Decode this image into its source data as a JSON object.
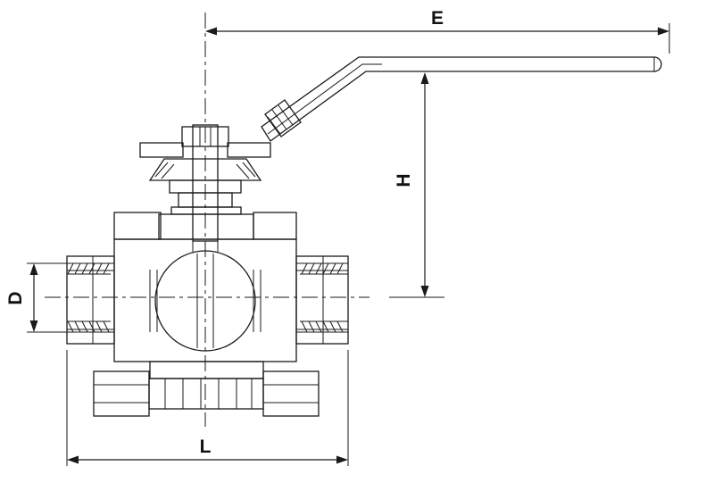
{
  "diagram": {
    "dimensions": {
      "e": "E",
      "h": "H",
      "d": "D",
      "l": "L"
    },
    "colors": {
      "line": "#1a1a1a",
      "background": "#ffffff"
    }
  }
}
